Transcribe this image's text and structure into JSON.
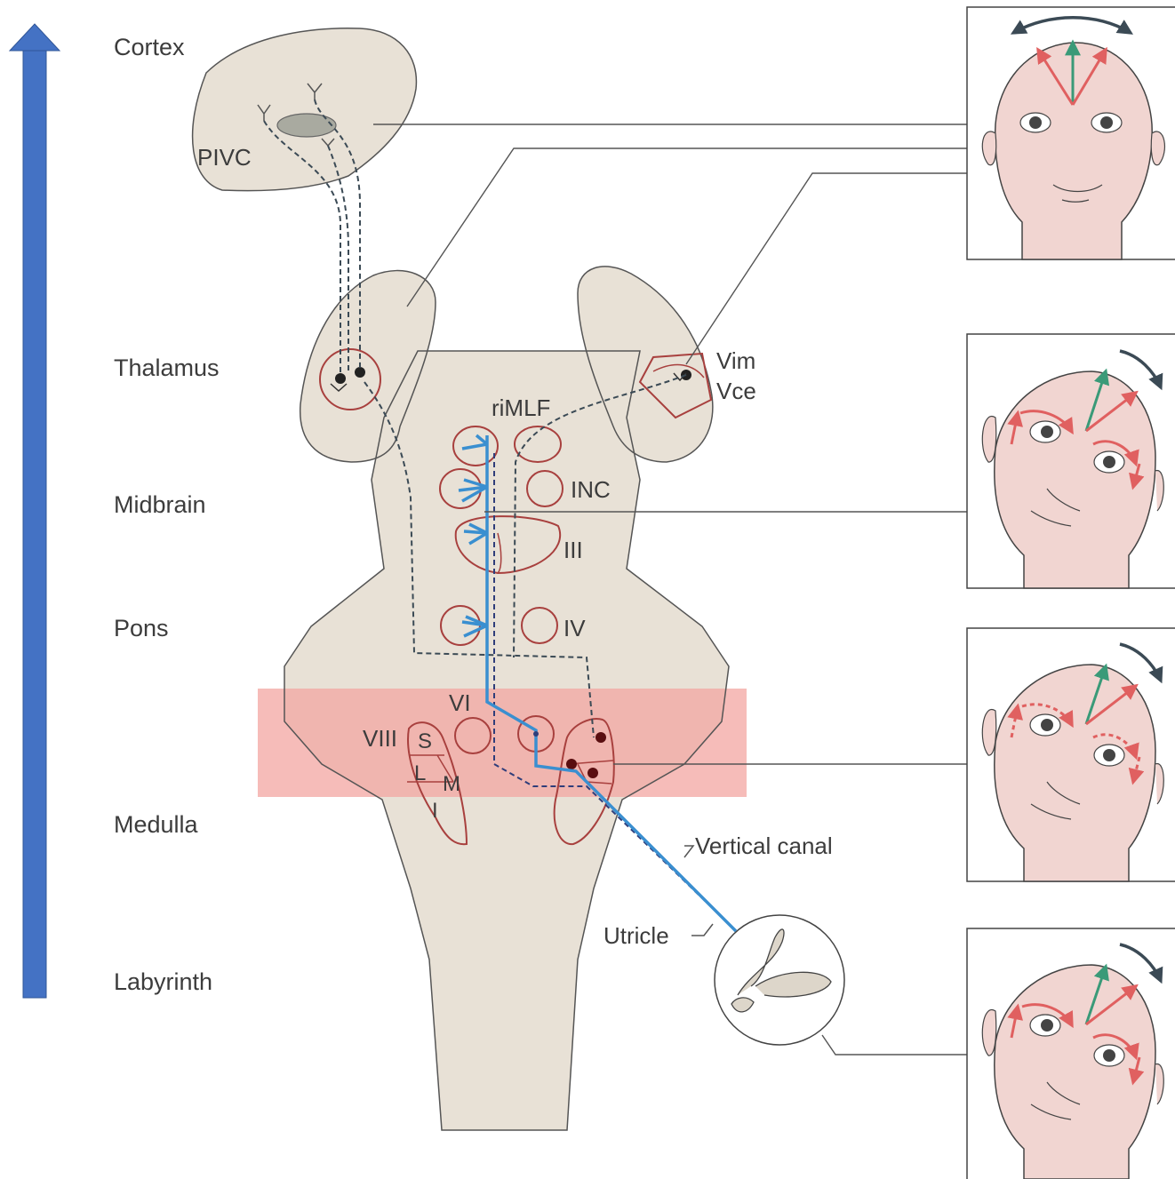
{
  "levels": {
    "cortex": "Cortex",
    "thalamus": "Thalamus",
    "midbrain": "Midbrain",
    "pons": "Pons",
    "medulla": "Medulla",
    "labyrinth": "Labyrinth"
  },
  "structures": {
    "pivc": "PIVC",
    "vim": "Vim",
    "vce": "Vce",
    "rimlf": "riMLF",
    "inc": "INC",
    "iii": "III",
    "iv": "IV",
    "vi": "VI",
    "viii": "VIII",
    "s": "S",
    "l": "L",
    "m": "M",
    "i": "I"
  },
  "pathways": {
    "vertical_canal": "Vertical canal",
    "utricle": "Utricle"
  },
  "colors": {
    "arrow_blue": "#4472c4",
    "tissue": "#e8e1d6",
    "highlight_light": "#e8e1d6",
    "highlight_red": "#f3a5a2",
    "nucleus_outline": "#a8403e",
    "canal_blue": "#3a8fd0",
    "otolith_navy": "#2f3d7a",
    "face": "#f1d5d1",
    "arrow_red": "#e06060",
    "arrow_green": "#3a9a78",
    "dark_arrow": "#3b4a55"
  }
}
